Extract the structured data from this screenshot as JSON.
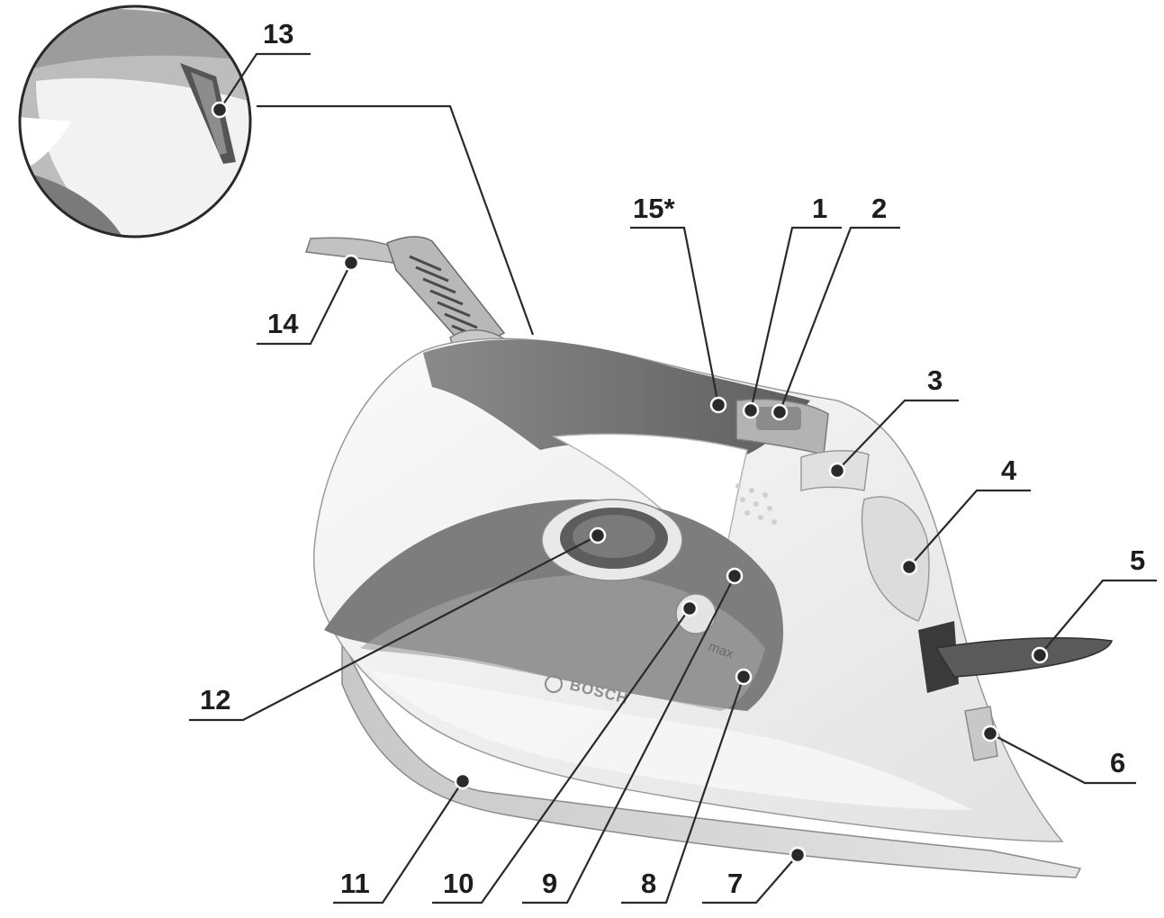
{
  "brand": {
    "text": "BOSCH"
  },
  "water_level": {
    "text": "max"
  },
  "callouts": {
    "c1": "1",
    "c2": "2",
    "c3": "3",
    "c4": "4",
    "c5": "5",
    "c6": "6",
    "c7": "7",
    "c8": "8",
    "c9": "9",
    "c10": "10",
    "c11": "11",
    "c12": "12",
    "c13": "13",
    "c14": "14",
    "c15": "15*"
  },
  "colors": {
    "body_white": "#f4f4f4",
    "body_shade": "#dcdcdc",
    "dark_grey": "#6e6e6e",
    "mid_grey": "#9a9a9a",
    "line": "#2a2a2a"
  }
}
